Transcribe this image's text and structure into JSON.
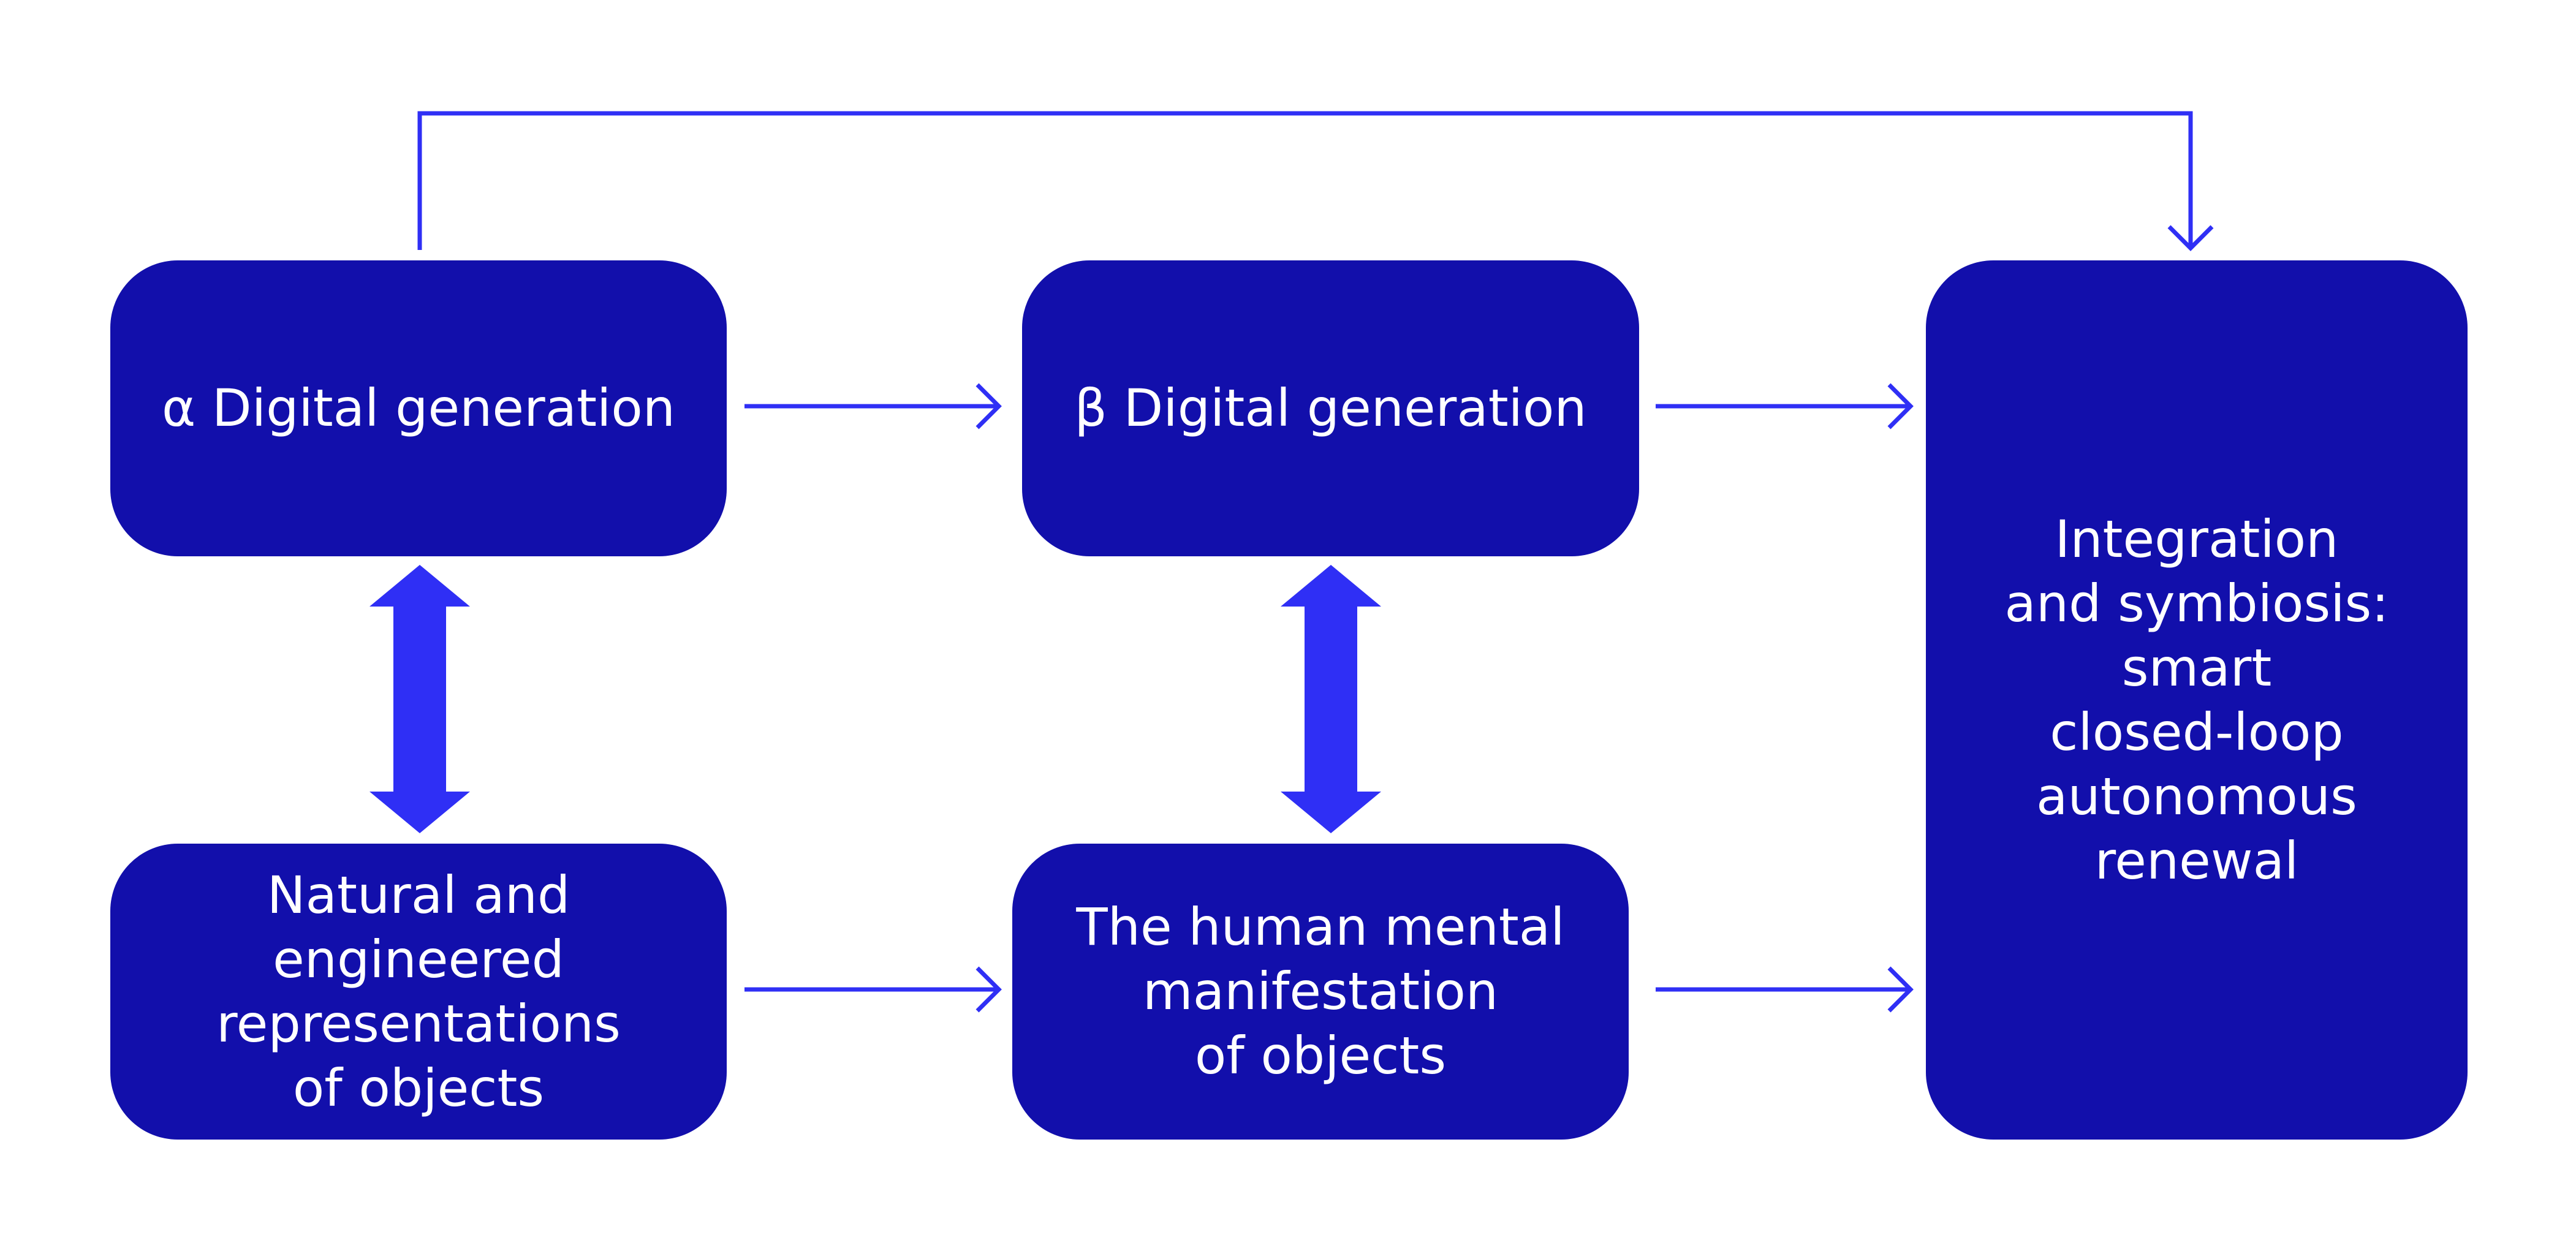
{
  "nodes": {
    "alpha": "α Digital generation",
    "beta": "β Digital generation",
    "natural": "Natural and engineered\nrepresentations\nof objects",
    "human": "The human mental\nmanifestation\nof objects",
    "integration": "Integration\nand symbiosis:\nsmart\nclosed-loop\nautonomous\nrenewal"
  },
  "colors": {
    "box_fill": "#120FAB",
    "arrow": "#2F2FF5",
    "text": "#FFFFFF"
  }
}
